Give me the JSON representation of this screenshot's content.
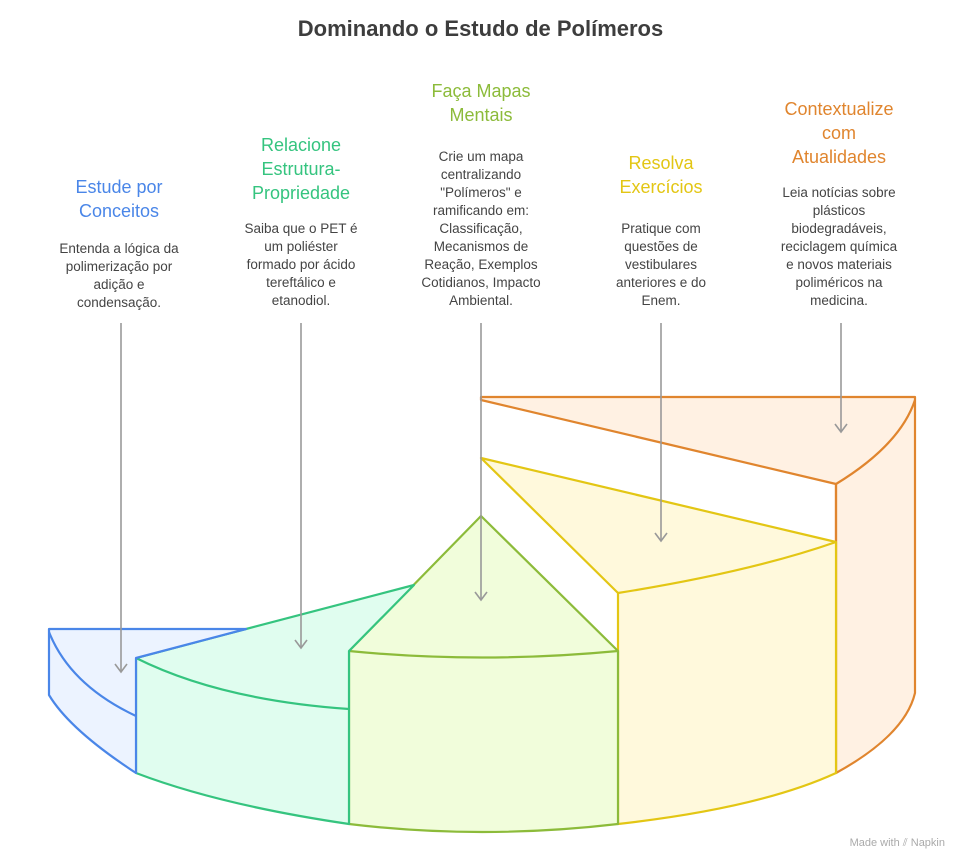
{
  "title": "Dominando o Estudo de Polímeros",
  "colors": {
    "blue": "#4a86e8",
    "green": "#35c47f",
    "lime": "#8cbb3a",
    "yellow": "#e3c614",
    "orange": "#e0852e"
  },
  "steps": [
    {
      "heading": [
        "Estude por",
        "Conceitos"
      ],
      "body": [
        "Entenda a lógica da",
        "polimerização por",
        "adição e",
        "condensação."
      ]
    },
    {
      "heading": [
        "Relacione",
        "Estrutura-",
        "Propriedade"
      ],
      "body": [
        "Saiba que o PET é",
        "um poliéster",
        "formado por ácido",
        "tereftálico e",
        "etanodiol."
      ]
    },
    {
      "heading": [
        "Faça Mapas",
        "Mentais"
      ],
      "body": [
        "Crie um mapa",
        "centralizando",
        "\"Polímeros\" e",
        "ramificando em:",
        "Classificação,",
        "Mecanismos de",
        "Reação, Exemplos",
        "Cotidianos, Impacto",
        "Ambiental."
      ]
    },
    {
      "heading": [
        "Resolva",
        "Exercícios"
      ],
      "body": [
        "Pratique com",
        "questões de",
        "vestibulares",
        "anteriores e do",
        "Enem."
      ]
    },
    {
      "heading": [
        "Contextualize",
        "com",
        "Atualidades"
      ],
      "body": [
        "Leia notícias sobre",
        "plásticos",
        "biodegradáveis,",
        "reciclagem química",
        "e novos materiais",
        "poliméricos na",
        "medicina."
      ]
    }
  ],
  "branding": "Made with ⫽ Napkin"
}
